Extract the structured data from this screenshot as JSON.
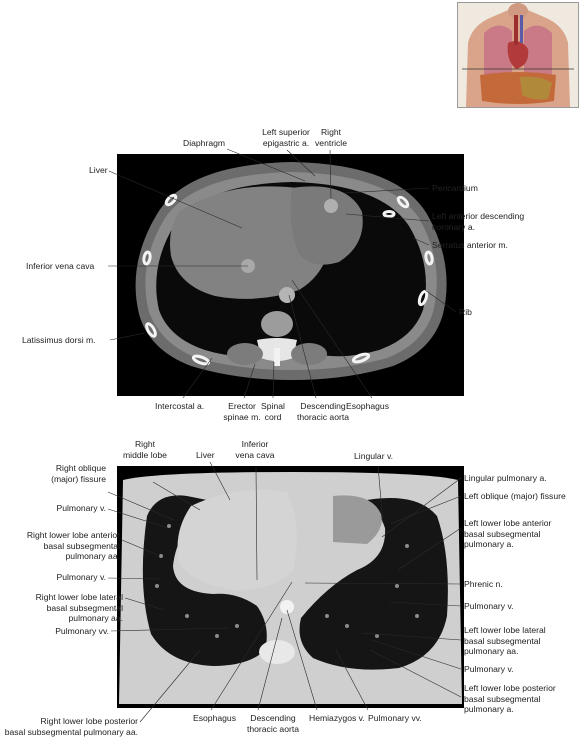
{
  "top_panel": {
    "labels": {
      "liver": "Liver",
      "diaphragm": "Diaphragm",
      "left_superior_epigastric": "Left superior\nepigastric a.",
      "right_ventricle": "Right\nventricle",
      "pericardium": "Pericardium",
      "left_anterior_descending": "Left anterior descending\ncoronary a.",
      "serratus_anterior": "Serratus anterior m.",
      "inferior_vena_cava": "Inferior vena cava",
      "rib": "Rib",
      "latissimus_dorsi": "Latissimus dorsi m.",
      "intercostal": "Intercostal a.",
      "erector_spinae": "Erector\nspinae m.",
      "spinal_cord": "Spinal\ncord",
      "descending_aorta": "Descending\nthoracic aorta",
      "esophagus": "Esophagus"
    }
  },
  "bottom_panel": {
    "labels": {
      "right_middle_lobe": "Right\nmiddle lobe",
      "liver": "Liver",
      "inferior_vena_cava": "Inferior\nvena cava",
      "lingular_v": "Lingular v.",
      "right_oblique_fissure": "Right oblique\n(major) fissure",
      "pulmonary_v_1": "Pulmonary v.",
      "right_lower_anterior": "Right lower lobe anterior\nbasal subsegmental\npulmonary aa.",
      "pulmonary_v_2": "Pulmonary v.",
      "right_lower_lateral": "Right lower lobe lateral\nbasal subsegmental\npulmonary aa.",
      "pulmonary_vv_left": "Pulmonary vv.",
      "right_lower_posterior": "Right lower lobe posterior\nbasal subsegmental pulmonary aa.",
      "esophagus": "Esophagus",
      "descending_aorta": "Descending\nthoracic aorta",
      "hemiazygos": "Hemiazygos v.",
      "pulmonary_vv_bottom": "Pulmonary vv.",
      "lingular_pulmonary_a": "Lingular pulmonary a.",
      "left_oblique_fissure": "Left oblique (major) fissure",
      "left_lower_anterior": "Left lower lobe anterior\nbasal subsegmental\npulmonary a.",
      "phrenic_n": "Phrenic n.",
      "pulmonary_v_right1": "Pulmonary v.",
      "left_lower_lateral": "Left lower lobe lateral\nbasal subsegmental\npulmonary aa.",
      "pulmonary_v_right2": "Pulmonary v.",
      "left_lower_posterior": "Left lower lobe posterior\nbasal subsegmental\npulmonary a."
    }
  }
}
